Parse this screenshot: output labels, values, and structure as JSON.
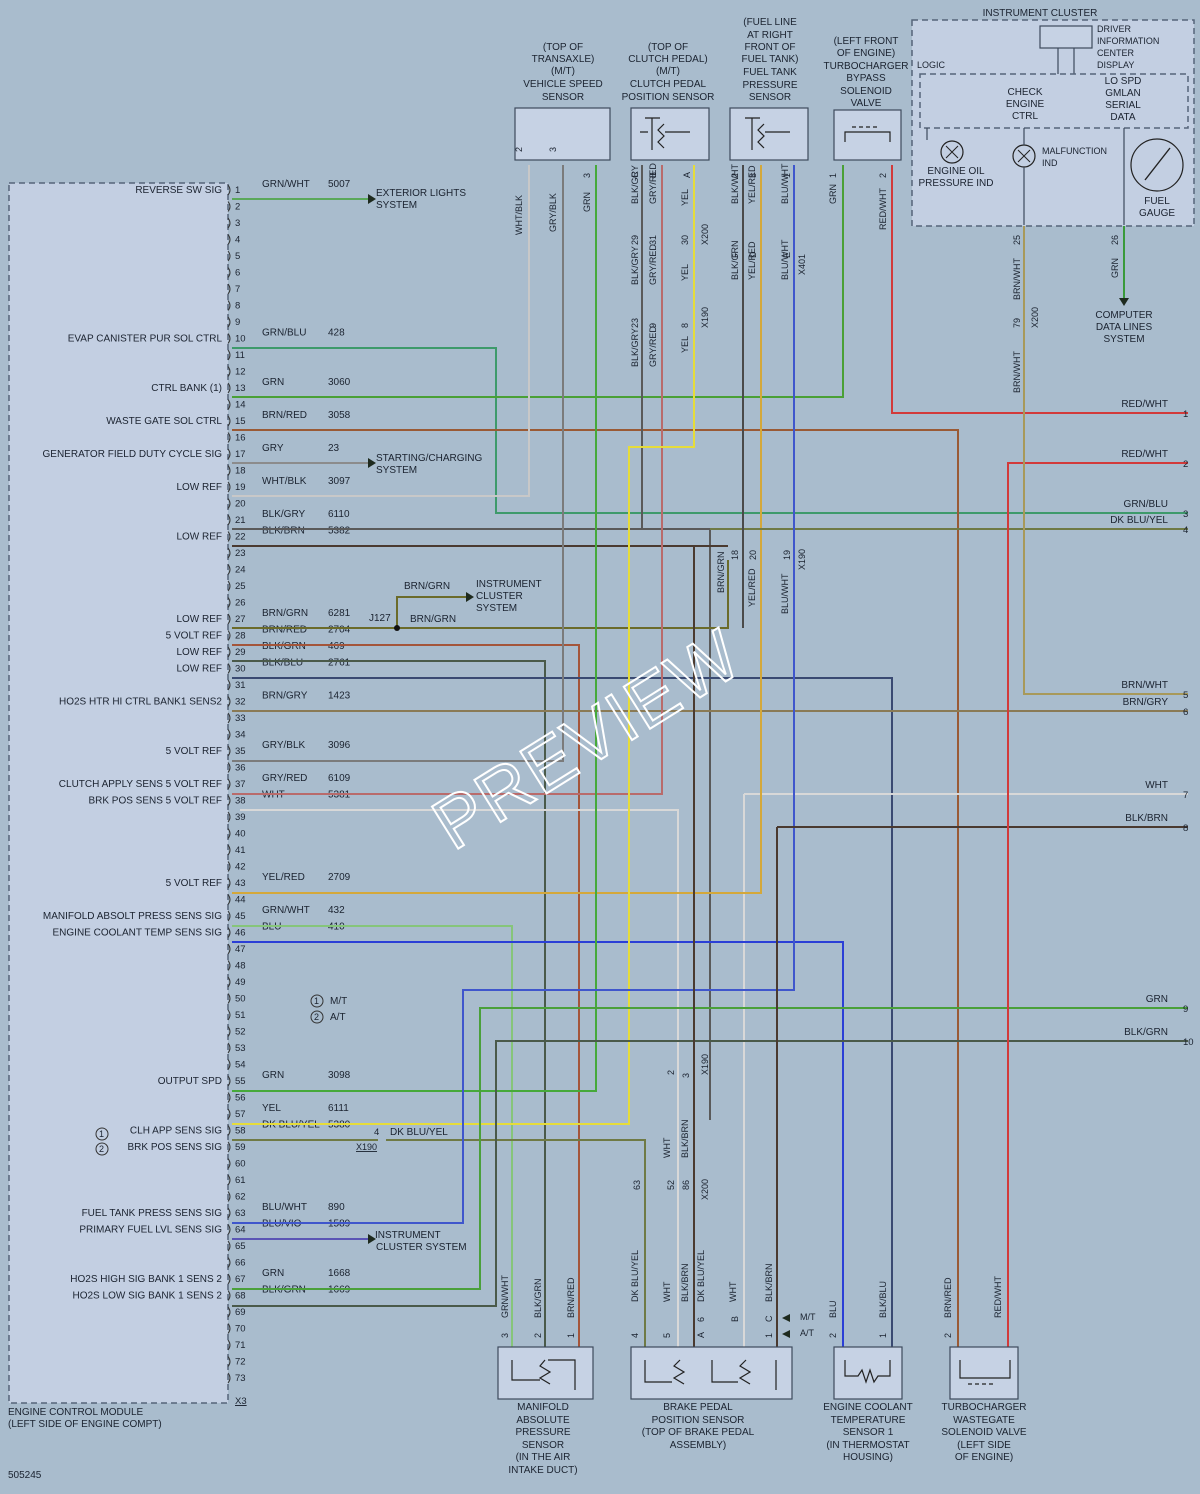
{
  "figure_id": "505245",
  "watermark": "PREVIEW",
  "ecm": {
    "title_line1": "ENGINE CONTROL MODULE",
    "title_line2": "(LEFT SIDE OF ENGINE COMPT)",
    "connector": "X3",
    "pin_count": 73,
    "labels": [
      {
        "pin": 1,
        "text": "REVERSE SW SIG"
      },
      {
        "pin": 10,
        "text": "EVAP CANISTER PUR SOL CTRL"
      },
      {
        "pin": 13,
        "text": "CTRL BANK (1)"
      },
      {
        "pin": 15,
        "text": "WASTE GATE SOL CTRL"
      },
      {
        "pin": 17,
        "text": "GENERATOR FIELD DUTY CYCLE SIG"
      },
      {
        "pin": 19,
        "text": "LOW REF"
      },
      {
        "pin": 22,
        "text": "LOW REF"
      },
      {
        "pin": 27,
        "text": "LOW REF"
      },
      {
        "pin": 28,
        "text": "5 VOLT REF"
      },
      {
        "pin": 29,
        "text": "LOW REF"
      },
      {
        "pin": 30,
        "text": "LOW REF"
      },
      {
        "pin": 32,
        "text": "HO2S HTR HI CTRL BANK1 SENS2"
      },
      {
        "pin": 35,
        "text": "5 VOLT REF"
      },
      {
        "pin": 37,
        "text": "CLUTCH APPLY SENS 5 VOLT REF"
      },
      {
        "pin": 38,
        "text": "BRK POS SENS 5 VOLT REF"
      },
      {
        "pin": 43,
        "text": "5 VOLT REF"
      },
      {
        "pin": 45,
        "text": "MANIFOLD ABSOLT PRESS SENS SIG"
      },
      {
        "pin": 46,
        "text": "ENGINE COOLANT TEMP SENS SIG"
      },
      {
        "pin": 55,
        "text": "OUTPUT SPD"
      },
      {
        "pin": 58,
        "text": "CLH APP SENS SIG"
      },
      {
        "pin": 59,
        "text": "BRK POS SENS SIG"
      },
      {
        "pin": 63,
        "text": "FUEL TANK PRESS SENS SIG"
      },
      {
        "pin": 64,
        "text": "PRIMARY FUEL LVL SENS SIG"
      },
      {
        "pin": 67,
        "text": "HO2S HIGH SIG BANK 1 SENS 2"
      },
      {
        "pin": 68,
        "text": "HO2S LOW SIG BANK 1 SENS 2"
      }
    ],
    "wires": [
      {
        "pin": 1,
        "color": "GRN/WHT",
        "circuit": "5007"
      },
      {
        "pin": 10,
        "color": "GRN/BLU",
        "circuit": "428"
      },
      {
        "pin": 13,
        "color": "GRN",
        "circuit": "3060"
      },
      {
        "pin": 15,
        "color": "BRN/RED",
        "circuit": "3058"
      },
      {
        "pin": 17,
        "color": "GRY",
        "circuit": "23"
      },
      {
        "pin": 19,
        "color": "WHT/BLK",
        "circuit": "3097"
      },
      {
        "pin": 21,
        "color": "BLK/GRY",
        "circuit": "6110"
      },
      {
        "pin": 22,
        "color": "BLK/BRN",
        "circuit": "5382"
      },
      {
        "pin": 27,
        "color": "BRN/GRN",
        "circuit": "6281"
      },
      {
        "pin": 28,
        "color": "BRN/RED",
        "circuit": "2704"
      },
      {
        "pin": 29,
        "color": "BLK/GRN",
        "circuit": "469"
      },
      {
        "pin": 30,
        "color": "BLK/BLU",
        "circuit": "2761"
      },
      {
        "pin": 32,
        "color": "BRN/GRY",
        "circuit": "1423"
      },
      {
        "pin": 35,
        "color": "GRY/BLK",
        "circuit": "3096"
      },
      {
        "pin": 37,
        "color": "GRY/RED",
        "circuit": "6109"
      },
      {
        "pin": 38,
        "color": "WHT",
        "circuit": "5381"
      },
      {
        "pin": 43,
        "color": "YEL/RED",
        "circuit": "2709"
      },
      {
        "pin": 45,
        "color": "GRN/WHT",
        "circuit": "432"
      },
      {
        "pin": 46,
        "color": "BLU",
        "circuit": "410"
      },
      {
        "pin": 55,
        "color": "GRN",
        "circuit": "3098"
      },
      {
        "pin": 57,
        "color": "YEL",
        "circuit": "6111"
      },
      {
        "pin": 58,
        "color": "DK BLU/YEL",
        "circuit": "5380"
      },
      {
        "pin": 63,
        "color": "BLU/WHT",
        "circuit": "890"
      },
      {
        "pin": 64,
        "color": "BLU/VIO",
        "circuit": "1589"
      },
      {
        "pin": 67,
        "color": "GRN",
        "circuit": "1668"
      },
      {
        "pin": 68,
        "color": "BLK/GRN",
        "circuit": "1669"
      }
    ]
  },
  "notes": [
    {
      "num": "1",
      "text": "M/T"
    },
    {
      "num": "2",
      "text": "A/T"
    }
  ],
  "refs": {
    "exterior_lights": [
      "EXTERIOR LIGHTS",
      "SYSTEM"
    ],
    "starting_charging": [
      "STARTING/CHARGING",
      "SYSTEM"
    ],
    "instrument_cluster_sys": [
      "INSTRUMENT",
      "CLUSTER",
      "SYSTEM"
    ],
    "instrument_cluster_sys2": [
      "INSTRUMENT",
      "CLUSTER SYSTEM"
    ],
    "computer_data": [
      "COMPUTER",
      "DATA LINES",
      "SYSTEM"
    ],
    "splice": "J127",
    "brn_grn": "BRN/GRN",
    "dk_blu_yel": "DK BLU/YEL",
    "x190": "X190",
    "pin4": "4",
    "mt": "M/T",
    "at": "A/T"
  },
  "top_components": {
    "vss": [
      "(TOP OF",
      "TRANSAXLE)",
      "(M/T)",
      "VEHICLE SPEED",
      "SENSOR"
    ],
    "clutch": [
      "(TOP OF",
      "CLUTCH PEDAL)",
      "(M/T)",
      "CLUTCH PEDAL",
      "POSITION SENSOR"
    ],
    "fuel_tank": [
      "(FUEL LINE",
      "AT RIGHT",
      "FRONT OF",
      "FUEL TANK)",
      "FUEL TANK",
      "PRESSURE",
      "SENSOR"
    ],
    "bypass": [
      "(LEFT FRONT",
      "OF ENGINE)",
      "TURBOCHARGER",
      "BYPASS",
      "SOLENOID",
      "VALVE"
    ],
    "cluster": {
      "title": "INSTRUMENT CLUSTER",
      "dic": [
        "DRIVER",
        "INFORMATION",
        "CENTER",
        "DISPLAY"
      ],
      "logic": "LOGIC",
      "cec": [
        "CHECK",
        "ENGINE",
        "CTRL"
      ],
      "gmlan": [
        "LO SPD",
        "GMLAN",
        "SERIAL",
        "DATA"
      ],
      "oil": [
        "ENGINE OIL",
        "PRESSURE IND"
      ],
      "mil": [
        "MALFUNCTION",
        "IND"
      ],
      "fuel": [
        "FUEL",
        "GAUGE"
      ]
    }
  },
  "bottom_components": {
    "map": [
      "MANIFOLD",
      "ABSOLUTE",
      "PRESSURE",
      "SENSOR",
      "(IN THE AIR",
      "INTAKE DUCT)"
    ],
    "bpp": [
      "BRAKE PEDAL",
      "POSITION SENSOR",
      "(TOP OF BRAKE PEDAL",
      "ASSEMBLY)"
    ],
    "ect": [
      "ENGINE COOLANT",
      "TEMPERATURE",
      "SENSOR 1",
      "(IN THERMOSTAT",
      "HOUSING)"
    ],
    "wastegate": [
      "TURBOCHARGER",
      "WASTEGATE",
      "SOLENOID VALVE",
      "(LEFT SIDE",
      "OF ENGINE)"
    ]
  },
  "right_edge": [
    {
      "n": "1",
      "label": "RED/WHT"
    },
    {
      "n": "2",
      "label": "RED/WHT"
    },
    {
      "n": "3",
      "label": "GRN/BLU"
    },
    {
      "n": "4",
      "label": "DK BLU/YEL"
    },
    {
      "n": "5",
      "label": "BRN/WHT"
    },
    {
      "n": "6",
      "label": "BRN/GRY"
    },
    {
      "n": "7",
      "label": "WHT"
    },
    {
      "n": "8",
      "label": "BLK/BRN"
    },
    {
      "n": "9",
      "label": "GRN"
    },
    {
      "n": "10",
      "label": "BLK/GRN"
    }
  ],
  "vertical_labels": [
    {
      "t": "WHT/BLK"
    },
    {
      "t": "GRY/BLK"
    },
    {
      "t": "GRN"
    },
    {
      "t": "BLK/GRY"
    },
    {
      "t": "GRY/RED"
    },
    {
      "t": "YEL"
    },
    {
      "t": "BLK/GRY"
    },
    {
      "t": "GRY/RED"
    },
    {
      "t": "YEL"
    },
    {
      "t": "BLK/GRY"
    },
    {
      "t": "GRY/RED"
    },
    {
      "t": "YEL"
    },
    {
      "t": "BLK/WHT"
    },
    {
      "t": "YEL/RED"
    },
    {
      "t": "BLU/WHT"
    },
    {
      "t": "BLK/GRN"
    },
    {
      "t": "YEL/RED"
    },
    {
      "t": "BLU/WHT"
    },
    {
      "t": "BRN/GRN"
    },
    {
      "t": "YEL/RED"
    },
    {
      "t": "BLU/WHT"
    },
    {
      "t": "GRN"
    },
    {
      "t": "RED/WHT"
    },
    {
      "t": "BRN/WHT"
    },
    {
      "t": "BRN/WHT"
    },
    {
      "t": "GRN"
    },
    {
      "t": "GRN/WHT"
    },
    {
      "t": "BLK/GRN"
    },
    {
      "t": "BRN/RED"
    },
    {
      "t": "DK BLU/YEL"
    },
    {
      "t": "WHT"
    },
    {
      "t": "BLK/BRN"
    },
    {
      "t": "DK BLU/YEL"
    },
    {
      "t": "WHT"
    },
    {
      "t": "BLK/BRN"
    },
    {
      "t": "WHT"
    },
    {
      "t": "BLK/BRN"
    },
    {
      "t": "BLU"
    },
    {
      "t": "BLK/BLU"
    },
    {
      "t": "BRN/RED"
    },
    {
      "t": "RED/WHT"
    }
  ],
  "small_labels": [
    "2",
    "3",
    "3",
    "C",
    "B",
    "A",
    "2",
    "3",
    "1",
    "F",
    "D",
    "E",
    "1",
    "2",
    "29",
    "31",
    "30",
    "X200",
    "23",
    "9",
    "8",
    "X190",
    "X401",
    "18",
    "20",
    "19",
    "X190",
    "25",
    "26",
    "79",
    "X200",
    "2",
    "3",
    "X190",
    "63",
    "52",
    "86",
    "X200",
    "3",
    "2",
    "1",
    "4",
    "5",
    "6",
    "B",
    "C",
    "A",
    "1",
    "2",
    "1",
    "2"
  ]
}
